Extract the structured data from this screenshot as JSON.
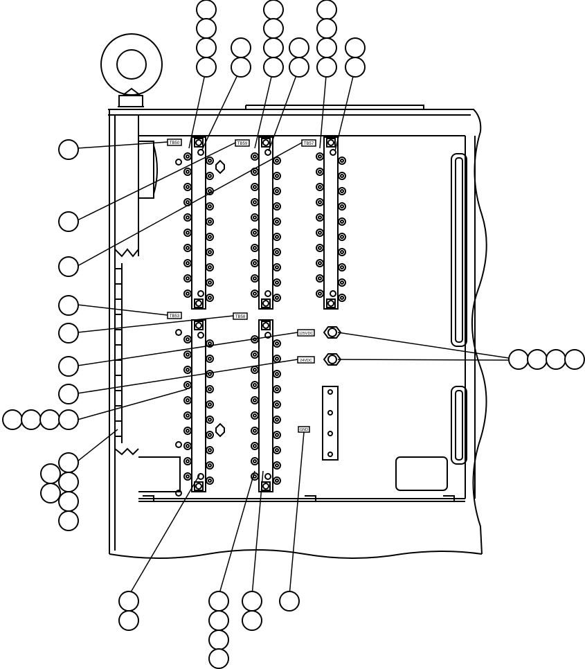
{
  "diagram": {
    "labels": {
      "tb_upper_left": "TB50",
      "tb_upper_mid": "TB59",
      "tb_upper_right": "TB57",
      "tb_lower_left": "TB53",
      "tb_lower_mid": "TB58",
      "connector_upper": "125VDC",
      "connector_lower": "24VDC",
      "ground_label": "GND"
    },
    "colors": {
      "stroke": "#000000",
      "background": "#ffffff"
    }
  }
}
